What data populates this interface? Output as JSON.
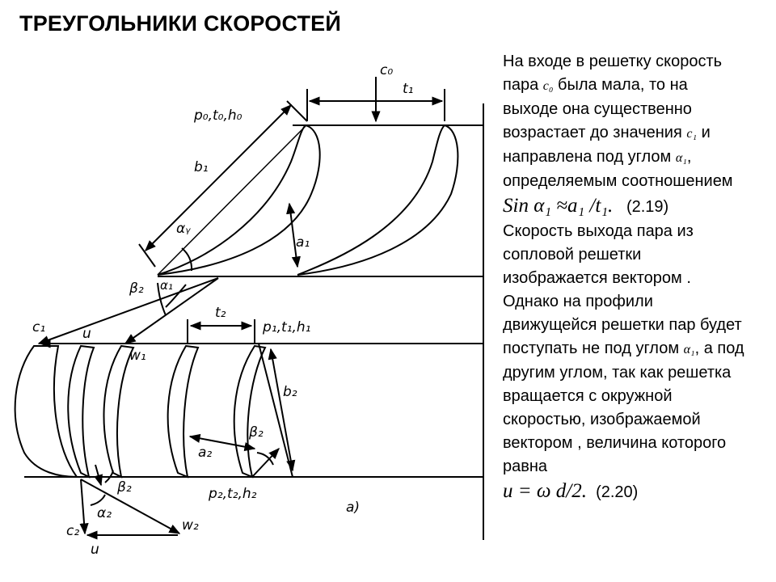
{
  "title": "ТРЕУГОЛЬНИКИ СКОРОСТЕЙ",
  "diagram": {
    "labels": {
      "c0": "c₀",
      "t1": "t₁",
      "p0t0h0": "p₀,t₀,h₀",
      "b1": "b₁",
      "alpha_y": "αᵧ",
      "a1": "a₁",
      "beta2_top": "β₂",
      "alpha1": "α₁",
      "t2": "t₂",
      "c1": "c₁",
      "u_top": "u",
      "w1": "w₁",
      "p1t1h1": "p₁,t₁,h₁",
      "b2": "b₂",
      "a2": "a₂",
      "beta2_right": "β₂",
      "beta2_bottom": "β₂",
      "alpha2": "α₂",
      "p2t2h2": "p₂,t₂,h₂",
      "a_paren": "a)",
      "c2": "c₂",
      "w2": "w₂",
      "u_bottom": "u"
    }
  },
  "text": {
    "p1": {
      "a": "На входе в решетку скорость пара ",
      "c0": "c₀",
      "b": " была мала, то на выходе она существенно возрастает до значения ",
      "c1": "c₁",
      "c": " и направлена под углом ",
      "alpha1": "α₁",
      "d": ", определяемым соотношением"
    },
    "formula1": "Sin α₁ ≈a₁ /t₁.",
    "formula1_num": "(2.19)",
    "p2": {
      "a": "Скорость выхода пара из сопловой решетки изображается вектором . Однако на профили движущейся решетки пар будет поступать не под углом ",
      "alpha1": "α₁",
      "b": ", а под другим углом, так как решетка вращается с окружной скоростью, изображаемой вектором , величина которого равна"
    },
    "formula2": "u = ω d/2.",
    "formula2_num": "(2.20)"
  }
}
